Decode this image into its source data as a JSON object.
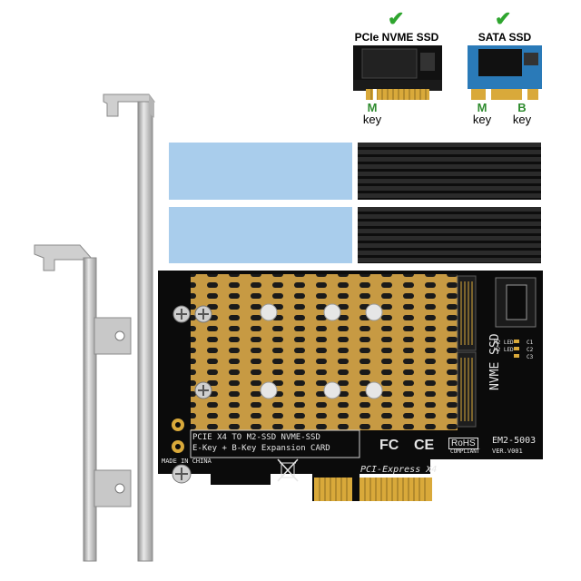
{
  "ssd_types": [
    {
      "name": "PCIe NVME SSD",
      "keys": [
        {
          "letter": "M",
          "word": "key"
        }
      ]
    },
    {
      "name": "SATA SSD",
      "keys": [
        {
          "letter": "M",
          "word": "key"
        },
        {
          "letter": "B",
          "word": "key"
        }
      ]
    }
  ],
  "icons": {
    "checkmark": "check-mark-icon",
    "fc": "fc-mark-icon",
    "ce": "ce-mark-icon",
    "rohs": "rohs-mark-icon",
    "weee": "weee-bin-icon"
  },
  "board": {
    "top_line": "PCIE X4 TO  M2-SSD NVME-SSD",
    "bottom_line": "E-Key + B-Key Expansion CARD",
    "made_in": "MADE IN CHINA",
    "interface": "PCI-Express X4",
    "side_text": "NVME SSD",
    "model": "EM2-5003",
    "version": "VER.V001",
    "fc": "FC",
    "ce": "CE",
    "rohs": "RoHS",
    "rohs_sub": "COMPLIANT",
    "leds": [
      "M2 LED",
      "M2 LED",
      "C1",
      "C2",
      "C3"
    ]
  },
  "colors": {
    "check": "#2ea52e",
    "key_letter": "#2e8b2e",
    "thermal_pad": "#a9cdec",
    "pcb": "#0b0b0b",
    "gold": "#d9a93a"
  }
}
